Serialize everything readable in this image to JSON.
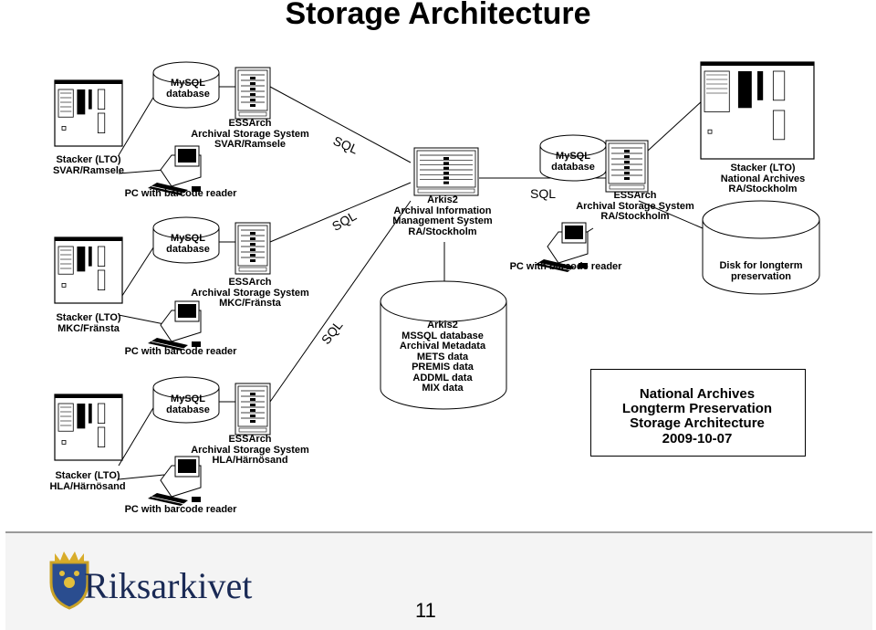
{
  "title": "Storage Architecture",
  "sites": {
    "ramsele": {
      "mysql": "MySQL\ndatabase",
      "essarch": "ESSArch\nArchival Storage System\nSVAR/Ramsele",
      "stacker": "Stacker (LTO)\nSVAR/Ramsele",
      "pc": "PC with barcode reader"
    },
    "fransta": {
      "mysql": "MySQL\ndatabase",
      "essarch": "ESSArch\nArchival Storage System\nMKC/Fränsta",
      "stacker": "Stacker (LTO)\nMKC/Fränsta",
      "pc": "PC with barcode reader"
    },
    "harnosand": {
      "mysql": "MySQL\ndatabase",
      "essarch": "ESSArch\nArchival Storage System\nHLA/Härnösand",
      "stacker": "Stacker (LTO)\nHLA/Härnösand",
      "pc": "PC with barcode reader"
    },
    "stockholm": {
      "mysql": "MySQL\ndatabase",
      "essarch": "ESSArch\nArchival Storage System\nRA/Stockholm",
      "stacker": "Stacker (LTO)\nNational Archives\nRA/Stockholm",
      "pc": "PC with barcode reader",
      "disk": "Disk for longterm\npreservation"
    }
  },
  "arkis": {
    "server": "Arkis2\nArchival Information\nManagement System\nRA/Stockholm",
    "database": "Arkis2\nMSSQL database\nArchival Metadata\nMETS data\nPREMIS data\nADDML data\nMIX data"
  },
  "sql_labels": [
    "SQL",
    "SQL",
    "SQL",
    "SQL"
  ],
  "summary": "National Archives\nLongterm Preservation\nStorage Architecture\n2009-10-07",
  "footer": {
    "brand": "Riksarkivet",
    "page": "11"
  },
  "icons": [
    "computer-icon",
    "server-icon",
    "database-icon",
    "tape-stacker-icon",
    "crest-icon"
  ]
}
